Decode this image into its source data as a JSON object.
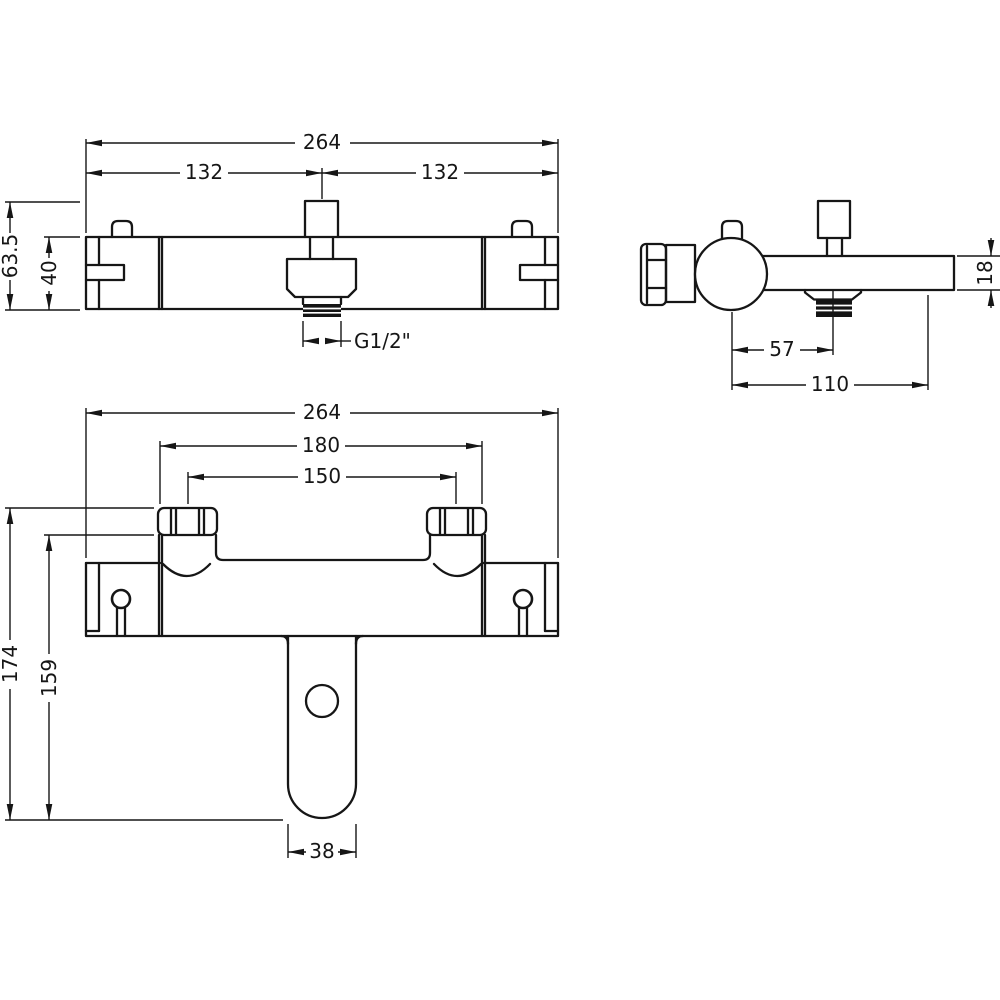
{
  "drawing": {
    "front_view": {
      "dims": {
        "overall_width": "264",
        "left_half_width": "132",
        "right_half_width": "132",
        "overall_height": "63.5",
        "body_height": "40",
        "outlet_thread": "G1/2\""
      }
    },
    "side_view": {
      "dims": {
        "bar_depth": "18",
        "knob_to_outlet": "57",
        "knob_to_body_end": "110"
      }
    },
    "spout_view": {
      "dims": {
        "overall_width": "264",
        "union_outer_width": "180",
        "inlet_centres": "150",
        "overall_height": "174",
        "union_to_spout_height": "159",
        "spout_width": "38"
      }
    }
  }
}
